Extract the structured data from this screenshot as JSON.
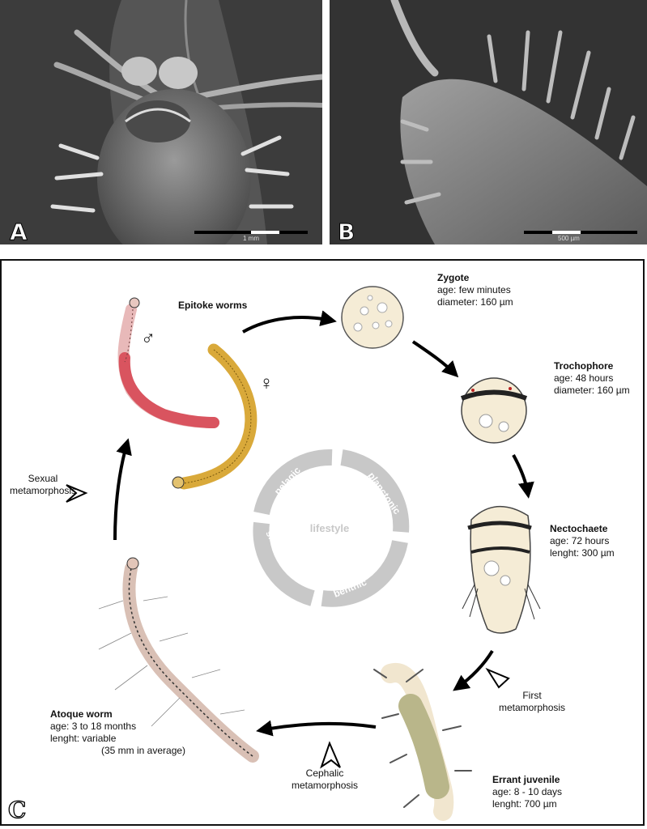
{
  "panels": {
    "a": {
      "letter": "A",
      "scale_label": "1 mm"
    },
    "b": {
      "letter": "B",
      "scale_label": "500 µm"
    },
    "c": {
      "letter": "C"
    }
  },
  "lifestyle": {
    "center": "lifestyle",
    "segments": [
      "pelagic",
      "planctonic",
      "benthic",
      "silk tube"
    ]
  },
  "stages": {
    "epitoke": {
      "name": "Epitoke worms",
      "male_symbol": "♂",
      "female_symbol": "♀"
    },
    "zygote": {
      "name": "Zygote",
      "lines": [
        "age: few minutes",
        "diameter: 160 µm"
      ]
    },
    "trochophore": {
      "name": "Trochophore",
      "lines": [
        "age: 48 hours",
        "diameter: 160 µm"
      ]
    },
    "nectochaete": {
      "name": "Nectochaete",
      "lines": [
        "age: 72 hours",
        "lenght: 300 µm"
      ]
    },
    "errant": {
      "name": "Errant juvenile",
      "lines": [
        "age: 8 - 10 days",
        "lenght: 700 µm"
      ]
    },
    "atoque": {
      "name": "Atoque worm",
      "lines": [
        "age: 3 to 18 months",
        "lenght: variable",
        "(35 mm in average)"
      ]
    }
  },
  "metamorphoses": {
    "first": [
      "First",
      "metamorphosis"
    ],
    "cephalic": [
      "Cephalic",
      "metamorphosis"
    ],
    "sexual": [
      "Sexual",
      "metamorphosis"
    ]
  },
  "colors": {
    "male_body": "#d9545f",
    "female_body": "#d9a93a",
    "juvenile_body": "#b9b68a",
    "larva": "#f5ecd6",
    "lifestyle_ring": "#c8c8c8"
  }
}
